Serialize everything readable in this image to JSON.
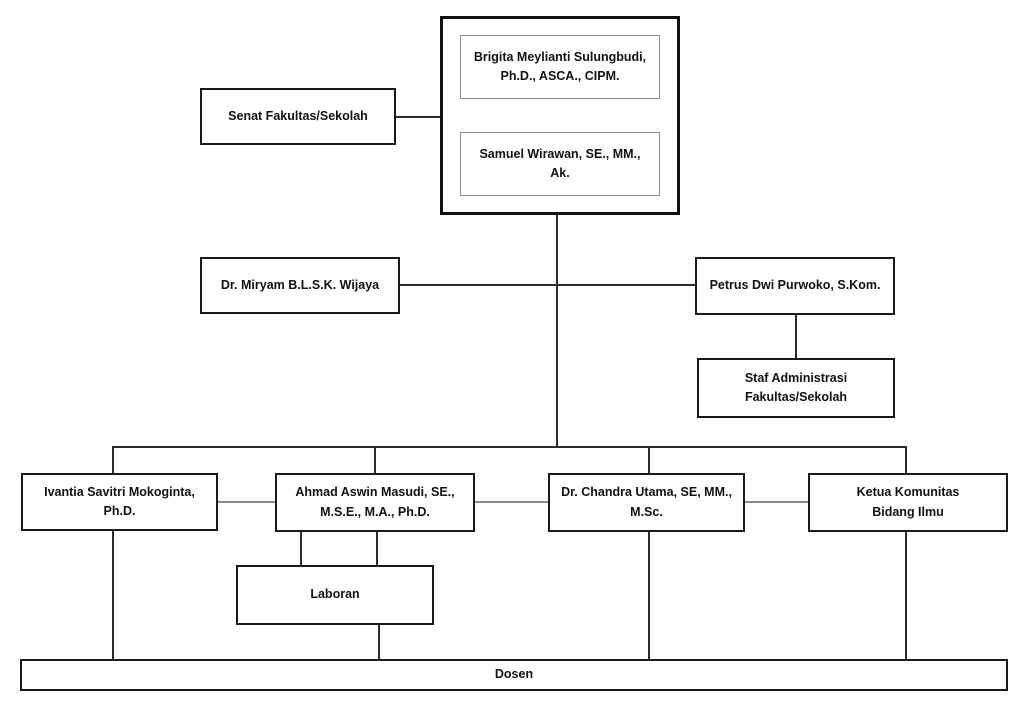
{
  "diagram": {
    "type": "org-chart",
    "nodes": {
      "senat": {
        "label": "Senat Fakultas/Sekolah"
      },
      "brigita": {
        "label": "Brigita Meylianti Sulungbudi,\nPh.D., ASCA., CIPM."
      },
      "samuel": {
        "label": "Samuel Wirawan, SE., MM.,\nAk."
      },
      "miryam": {
        "label": "Dr. Miryam B.L.S.K. Wijaya"
      },
      "petrus": {
        "label": "Petrus Dwi Purwoko, S.Kom."
      },
      "staf_admin": {
        "label": "Staf Administrasi\nFakultas/Sekolah"
      },
      "ivantia": {
        "label": "Ivantia Savitri Mokoginta,\nPh.D."
      },
      "ahmad": {
        "label": "Ahmad Aswin Masudi, SE.,\nM.S.E., M.A., Ph.D."
      },
      "chandra": {
        "label": "Dr. Chandra Utama, SE, MM.,\nM.Sc."
      },
      "ketua_komunitas": {
        "label": "Ketua Komunitas\nBidang Ilmu"
      },
      "laboran": {
        "label": "Laboran"
      },
      "dosen": {
        "label": "Dosen"
      }
    },
    "edges": [
      {
        "from": "senat",
        "to": "leadership_group",
        "style": "solid"
      },
      {
        "from": "leadership_group",
        "to": "miryam",
        "style": "solid"
      },
      {
        "from": "leadership_group",
        "to": "petrus",
        "style": "solid"
      },
      {
        "from": "petrus",
        "to": "staf_admin",
        "style": "solid"
      },
      {
        "from": "leadership_group",
        "to": "ivantia",
        "style": "solid"
      },
      {
        "from": "leadership_group",
        "to": "ahmad",
        "style": "solid"
      },
      {
        "from": "leadership_group",
        "to": "chandra",
        "style": "solid"
      },
      {
        "from": "leadership_group",
        "to": "ketua_komunitas",
        "style": "solid"
      },
      {
        "from": "ivantia",
        "to": "ahmad",
        "style": "sibling-gray"
      },
      {
        "from": "ahmad",
        "to": "chandra",
        "style": "sibling-gray"
      },
      {
        "from": "chandra",
        "to": "ketua_komunitas",
        "style": "sibling-gray"
      },
      {
        "from": "ahmad",
        "to": "laboran",
        "style": "solid-double"
      },
      {
        "from": "ivantia",
        "to": "dosen",
        "style": "solid"
      },
      {
        "from": "laboran",
        "to": "dosen",
        "style": "solid"
      },
      {
        "from": "chandra",
        "to": "dosen",
        "style": "solid"
      },
      {
        "from": "ketua_komunitas",
        "to": "dosen",
        "style": "solid"
      }
    ],
    "colors": {
      "background": "#ffffff",
      "box_border": "#1a1a1a",
      "inner_box_border": "#8f8f8f",
      "connector": "#2b2b2b",
      "sibling_connector": "#8a8a8a",
      "text": "#111111"
    }
  }
}
